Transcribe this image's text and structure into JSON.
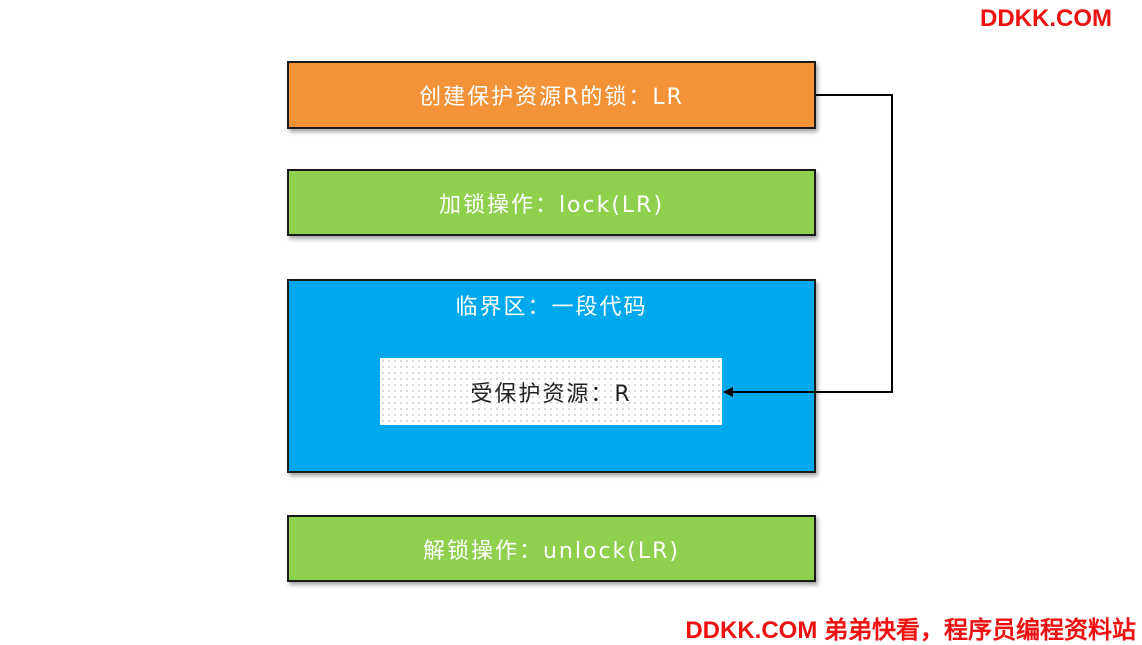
{
  "diagram": {
    "create_lock": "创建保护资源R的锁：LR",
    "lock_operation": "加锁操作：lock(LR)",
    "critical_section": "临界区：一段代码",
    "protected_resource": "受保护资源：R",
    "unlock_operation": "解锁操作：unlock(LR)"
  },
  "watermarks": {
    "top": "DDKK.COM",
    "bottom": "DDKK.COM 弟弟快看，程序员编程资料站"
  },
  "colors": {
    "create_box": "#f39237",
    "lock_box": "#8fd14f",
    "critical_box": "#00a9ee",
    "unlock_box": "#8fd14f",
    "watermark": "#ee1111",
    "connector": "#000000"
  }
}
